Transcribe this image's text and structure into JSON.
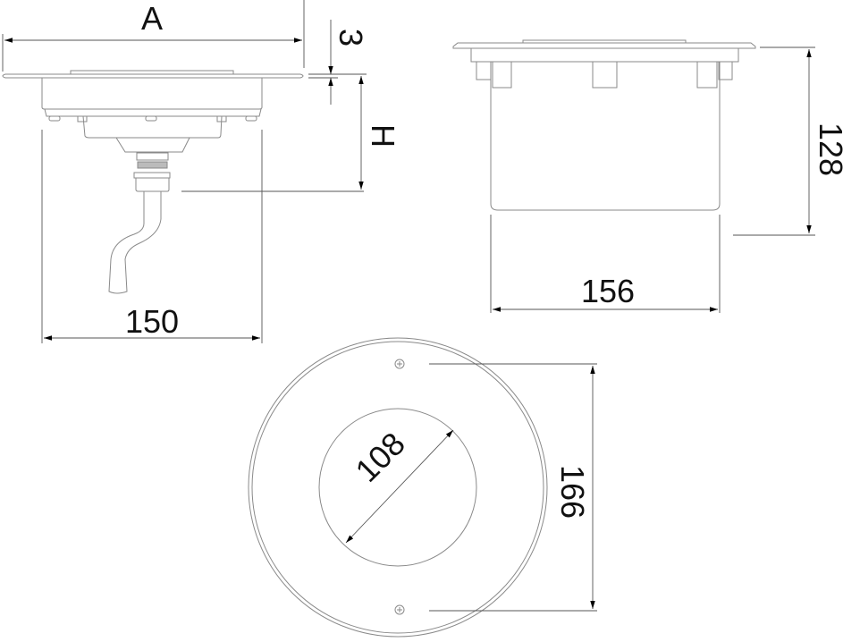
{
  "side_view": {
    "dim_top_width": "A",
    "dim_flange_thickness": "3",
    "dim_height": "H",
    "dim_body_width": "150"
  },
  "front_view": {
    "dim_body_width": "156",
    "dim_height": "128"
  },
  "top_view": {
    "dim_inner_diameter": "108",
    "dim_outer_diameter": "166"
  },
  "colors": {
    "line": "#8a8a8a",
    "dimension": "#555555",
    "text": "#111111"
  }
}
